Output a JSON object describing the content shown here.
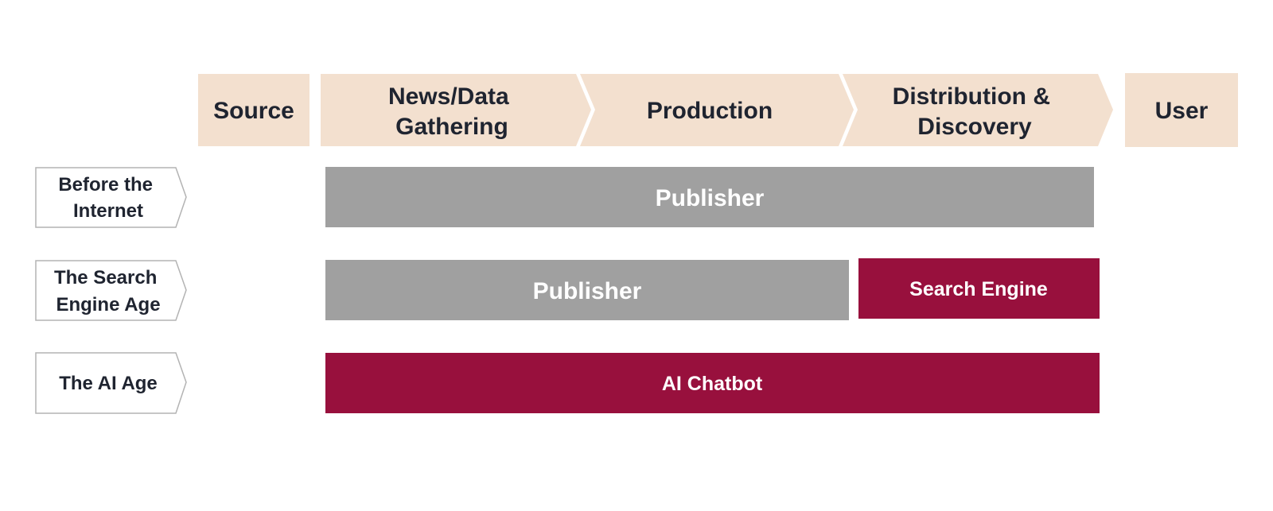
{
  "colors": {
    "stage_fill": "#f3e0cf",
    "publisher": "#a0a0a0",
    "ai_red": "#98103d",
    "label_border": "#b3b3b3",
    "text_dark": "#1f2430"
  },
  "stages": {
    "source": "Source",
    "gathering": [
      "News/Data",
      "Gathering"
    ],
    "production": "Production",
    "distribution": [
      "Distribution &",
      "Discovery"
    ],
    "user": "User"
  },
  "eras": [
    {
      "label": [
        "Before the",
        "Internet"
      ],
      "bars": [
        {
          "text": "Publisher",
          "kind": "publisher"
        }
      ]
    },
    {
      "label": [
        "The Search",
        "Engine Age"
      ],
      "bars": [
        {
          "text": "Publisher",
          "kind": "publisher"
        },
        {
          "text": "Search Engine",
          "kind": "ai_red"
        }
      ]
    },
    {
      "label": [
        "The AI Age"
      ],
      "bars": [
        {
          "text": "AI Chatbot",
          "kind": "ai_red"
        }
      ]
    }
  ]
}
